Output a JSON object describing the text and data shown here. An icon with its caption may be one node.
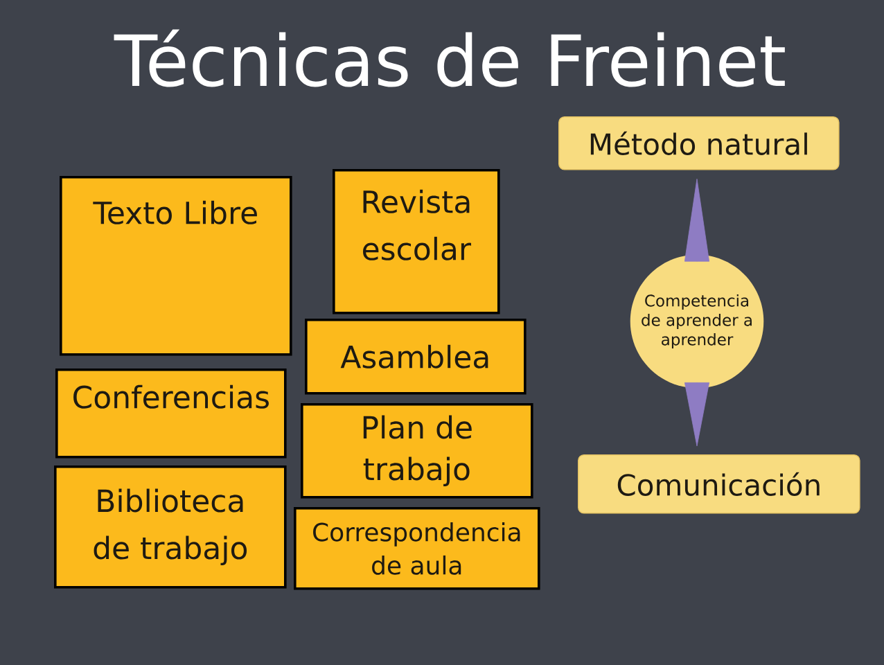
{
  "diagram": {
    "title": "Técnicas de Freinet",
    "nodes": [
      {
        "text": [
          "Texto Libre"
        ]
      },
      {
        "text": [
          "Revista escolar"
        ]
      },
      {
        "text": [
          "Asamblea"
        ]
      },
      {
        "text": [
          "Conferencias"
        ]
      },
      {
        "text": [
          "Plan de trabajo"
        ]
      },
      {
        "text": [
          "Biblioteca de trabajo"
        ]
      },
      {
        "text": [
          "Correspondencia de aula"
        ]
      },
      {
        "text": [
          "Método natural"
        ]
      },
      {
        "text": [
          "Competencia de aprender a aprender"
        ]
      },
      {
        "text": [
          "Comunicación"
        ]
      }
    ],
    "edges": [
      {
        "from": 8,
        "to": 7,
        "arrow": "to"
      },
      {
        "from": 8,
        "to": 9,
        "arrow": "to"
      }
    ]
  }
}
